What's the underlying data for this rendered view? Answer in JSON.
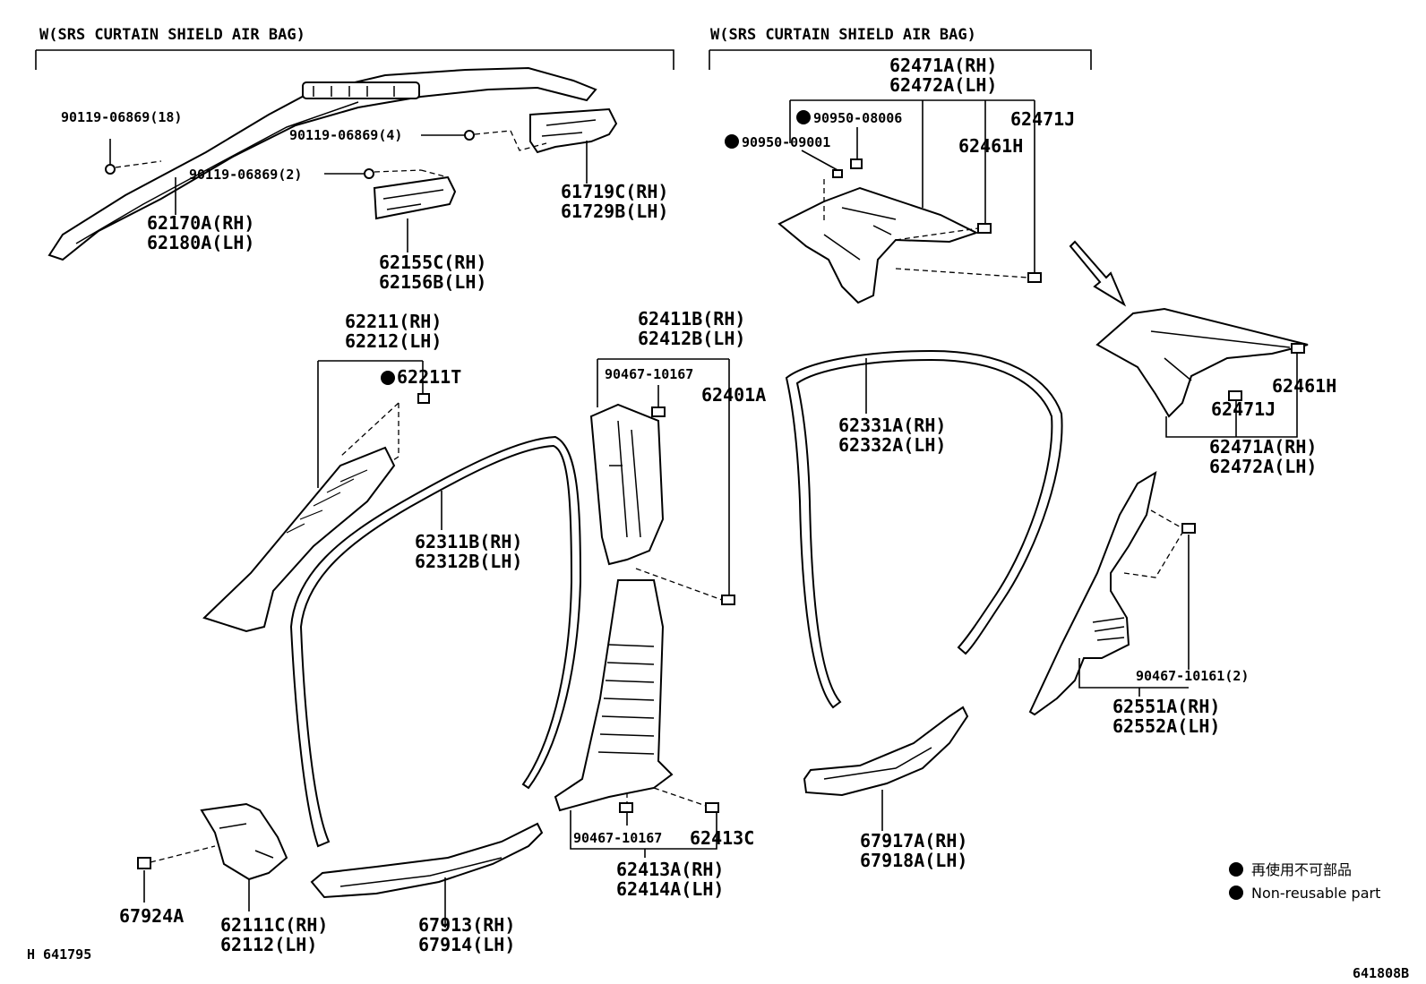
{
  "headers": {
    "left": "W(SRS CURTAIN SHIELD AIR BAG)",
    "right": "W(SRS CURTAIN SHIELD AIR BAG)"
  },
  "labels": {
    "p90119_18": "90119-06869(18)",
    "p90119_4": "90119-06869(4)",
    "p90119_2": "90119-06869(2)",
    "p61719": "61719C(RH)",
    "p61729": "61729B(LH)",
    "p62170": "62170A(RH)",
    "p62180": "62180A(LH)",
    "p62155": "62155C(RH)",
    "p62156": "62156B(LH)",
    "p62471a_top": "62471A(RH)",
    "p62472a_top": "62472A(LH)",
    "p90950_08006": "90950-08006",
    "p90950_09001": "90950-09001",
    "p62471j_top": "62471J",
    "p62461h_top": "62461H",
    "p62211": "62211(RH)",
    "p62212": "62212(LH)",
    "p62211t": "62211T",
    "p62311": "62311B(RH)",
    "p62312": "62312B(LH)",
    "p62411": "62411B(RH)",
    "p62412": "62412B(LH)",
    "p90467_10167_top": "90467-10167",
    "p62401": "62401A",
    "p62331": "62331A(RH)",
    "p62332": "62332A(LH)",
    "p62461h_r": "62461H",
    "p62471j_r": "62471J",
    "p62471a_r": "62471A(RH)",
    "p62472a_r": "62472A(LH)",
    "p90467_10161": "90467-10161(2)",
    "p62551": "62551A(RH)",
    "p62552": "62552A(LH)",
    "p90467_10167_bot": "90467-10167",
    "p62413c": "62413C",
    "p62413a": "62413A(RH)",
    "p62414a": "62414A(LH)",
    "p67917": "67917A(RH)",
    "p67918": "67918A(LH)",
    "p67924": "67924A",
    "p62111": "62111C(RH)",
    "p62112": "62112(LH)",
    "p67913": "67913(RH)",
    "p67914": "67914(LH)"
  },
  "legend": {
    "jp": "再使用不可部品",
    "en": "Non-reusable part"
  },
  "footer": {
    "left_code": "H 641795",
    "right_code": "641808B"
  }
}
